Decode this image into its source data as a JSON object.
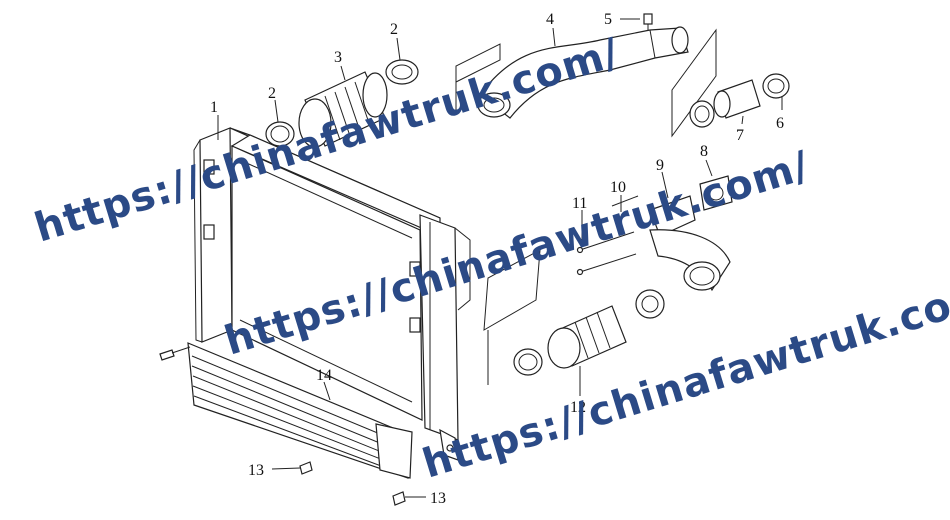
{
  "diagram": {
    "callouts": {
      "c1": "1",
      "c2a": "2",
      "c2b": "2",
      "c3": "3",
      "c4": "4",
      "c5": "5",
      "c6": "6",
      "c7": "7",
      "c8": "8",
      "c9": "9",
      "c10": "10",
      "c11": "11",
      "c12": "12",
      "c13a": "13",
      "c13b": "13",
      "c14": "14"
    }
  },
  "watermark": {
    "text": "https://chinafawtruk.com/",
    "color": "#2b4a86"
  }
}
